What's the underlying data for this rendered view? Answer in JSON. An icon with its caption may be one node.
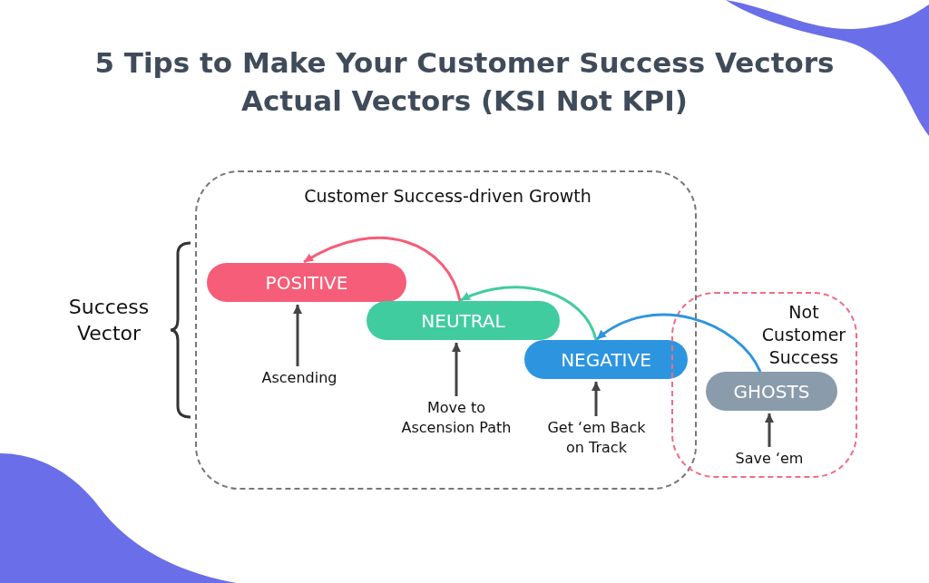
{
  "diagram": {
    "title": "5 Tips to Make Your Customer Success Vectors Actual Vectors (KSI Not KPI)",
    "nodes": [
      {
        "text": [
          "Customer Success-driven Growth"
        ]
      },
      {
        "text": [
          "Not Customer Success"
        ]
      },
      {
        "text": [
          "POSITIVE"
        ],
        "in": 0
      },
      {
        "text": [
          "NEUTRAL"
        ],
        "in": 0
      },
      {
        "text": [
          "NEGATIVE"
        ],
        "in": 0
      },
      {
        "text": [
          "GHOSTS"
        ],
        "in": 1
      },
      {
        "text": [
          "Ascending"
        ],
        "in": 0
      },
      {
        "text": [
          "Move to Ascension Path"
        ],
        "in": 0
      },
      {
        "text": [
          "Get ‘em Back on Track"
        ],
        "in": 0
      },
      {
        "text": [
          "Save ‘em"
        ],
        "in": 1
      }
    ],
    "edges": [
      {
        "from": 6,
        "to": 2,
        "arrow": "to"
      },
      {
        "from": 7,
        "to": 3,
        "arrow": "to"
      },
      {
        "from": 8,
        "to": 4,
        "arrow": "to"
      },
      {
        "from": 9,
        "to": 5,
        "arrow": "to"
      },
      {
        "from": 3,
        "to": 2,
        "arrow": "to",
        "color": "#f65d78"
      },
      {
        "from": 4,
        "to": 3,
        "arrow": "to",
        "color": "#41cc9f"
      },
      {
        "from": 5,
        "to": 4,
        "arrow": "to",
        "color": "#2d95e0"
      }
    ],
    "labels": [
      "Success Vector"
    ]
  }
}
